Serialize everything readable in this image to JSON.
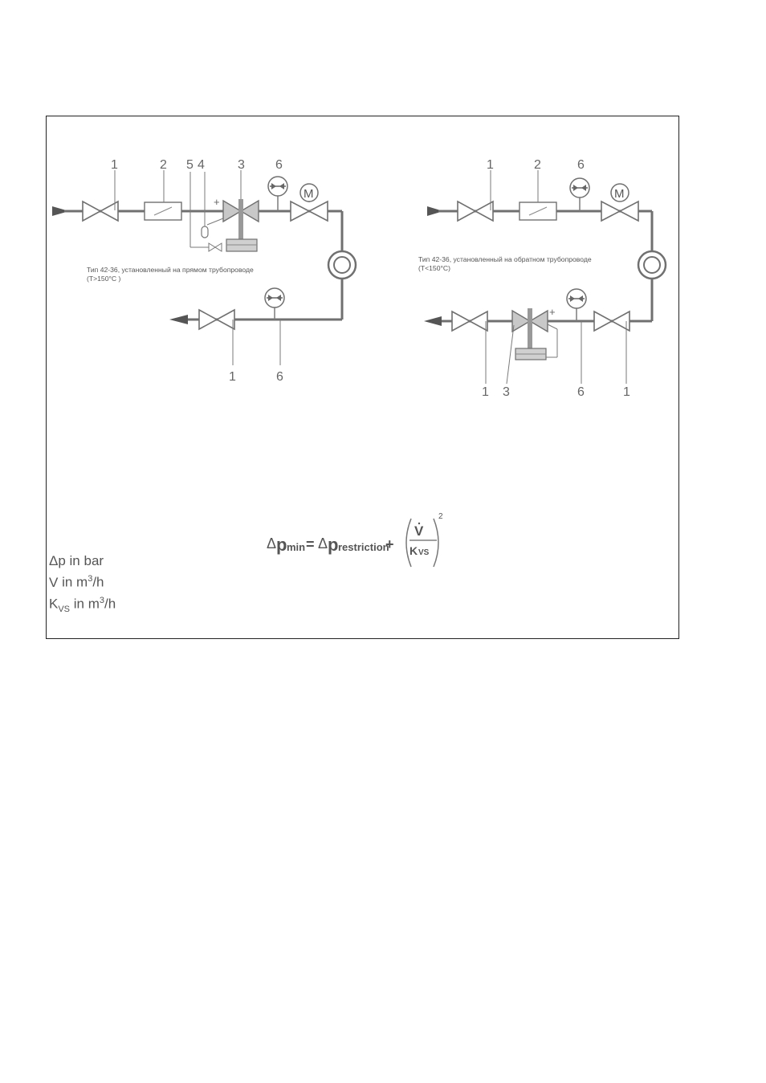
{
  "labels": {
    "left_top": [
      "1",
      "2",
      "5",
      "4",
      "3",
      "6"
    ],
    "left_bottom": [
      "1",
      "6"
    ],
    "right_top": [
      "1",
      "2",
      "6"
    ],
    "right_bottom": [
      "1",
      "3",
      "6",
      "1"
    ],
    "motor": "M",
    "plus": "+"
  },
  "captions": {
    "left_line1": "Тип 42-36, установленный на прямом трубопроводе",
    "left_line2": "(T>150°C )",
    "right_line1": "Тип 42-36, установленный на обратном трубопроводе",
    "right_line2": "(T<150°C)"
  },
  "formula": {
    "delta": "Δ",
    "p": "p",
    "min": "min",
    "equals": "=",
    "restriction": "restriction",
    "plus": "+",
    "v": "V",
    "kvs_k": "K",
    "kvs_sub": "VS",
    "exponent": "2"
  },
  "units": {
    "dp": "Δp in bar",
    "v_prefix": "V",
    "v_rest": " in m",
    "v_exp": "3",
    "v_tail": "/h",
    "k": "K",
    "k_sub": "VS",
    "k_rest": " in  m",
    "k_exp": "3",
    "k_tail": "/h"
  }
}
